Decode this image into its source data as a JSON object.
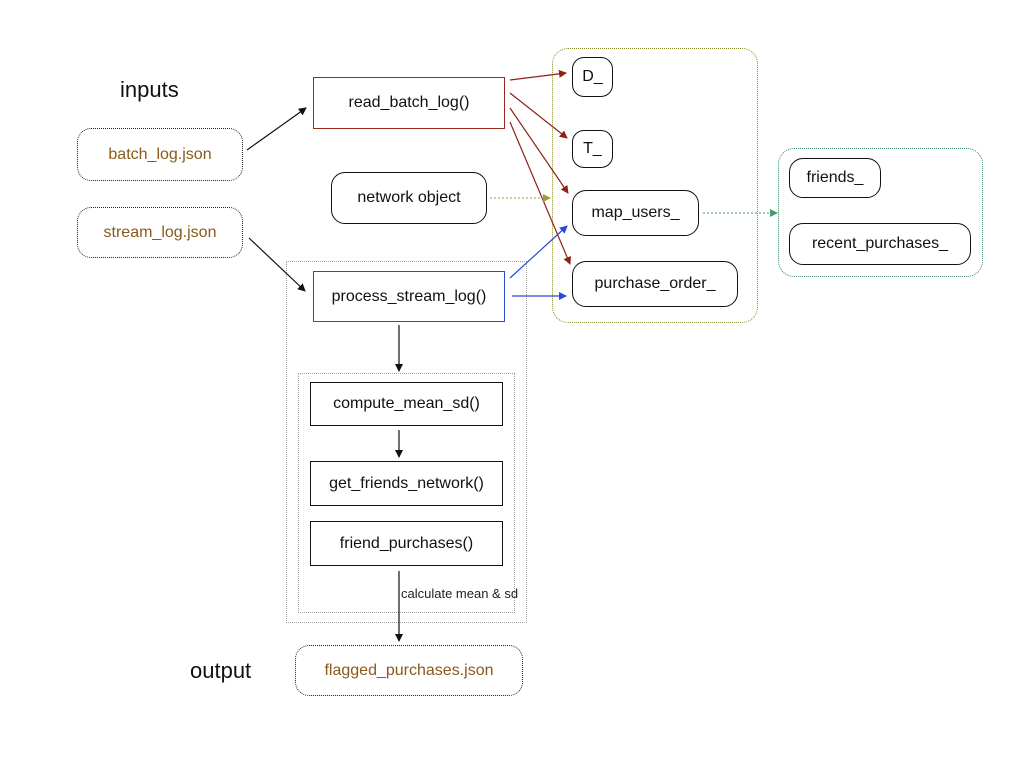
{
  "labels": {
    "inputs_heading": "inputs",
    "output_heading": "output",
    "edge_note": "calculate mean & sd"
  },
  "files": {
    "batch_log": "batch_log.json",
    "stream_log": "stream_log.json",
    "flagged_purchases": "flagged_purchases.json"
  },
  "functions": {
    "read_batch_log": "read_batch_log()",
    "process_stream_log": "process_stream_log()",
    "compute_mean_sd": "compute_mean_sd()",
    "get_friends_network": "get_friends_network()",
    "friend_purchases": "friend_purchases()"
  },
  "objects": {
    "network_object": "network object",
    "D": "D_",
    "T": "T_",
    "map_users": "map_users_",
    "purchase_order": "purchase_order_",
    "friends": "friends_",
    "recent_purchases": "recent_purchases_"
  },
  "colors": {
    "batch_edges": "#8b2314",
    "stream_edges": "#2c49d6",
    "network_edge": "#9c9a3a",
    "map_users_edge": "#4a9a6a",
    "file_text": "#8a5a1c"
  }
}
